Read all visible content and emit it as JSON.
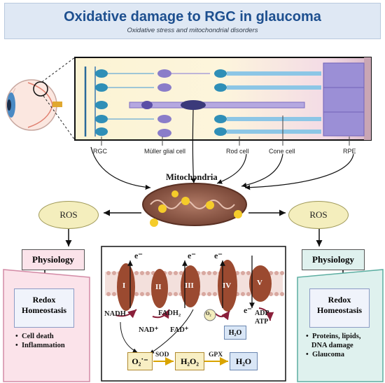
{
  "header": {
    "title": "Oxidative damage to RGC in glaucoma",
    "subtitle": "Oxidative stress and mitochondrial disorders"
  },
  "retina": {
    "labels": [
      "RGC",
      "Müller glial cell",
      "Rod cell",
      "Cone cell",
      "RPE"
    ]
  },
  "mitochondria_label": "Mitochondria",
  "left": {
    "ros": "ROS",
    "physiology": "Physiology",
    "redox_line1": "Redox",
    "redox_line2": "Homeostasis",
    "bullets": [
      "Cell death",
      "Inflammation"
    ]
  },
  "right": {
    "ros": "ROS",
    "physiology": "Physiology",
    "redox_line1": "Redox",
    "redox_line2": "Homeostasis",
    "bullets": [
      "Proteins, lipids,",
      "DNA damage",
      "Glaucoma"
    ]
  },
  "etc": {
    "complexes": [
      "I",
      "II",
      "III",
      "IV",
      "V"
    ],
    "electron": "e⁻",
    "nadh": "NADH",
    "nad": "NAD⁺",
    "fadh2": "FADH₂",
    "fad": "FAD⁺",
    "o2_small": "O₂",
    "h2o_top": "H₂O",
    "adp": "ADP",
    "atp": "ATP",
    "superoxide": "O₂˙⁻",
    "sod": "SOD",
    "h2o2": "H₂O₂",
    "gpx": "GPX",
    "h2o_bottom": "H₂O"
  },
  "colors": {
    "title": "#1d4f8f",
    "left_phys_bg": "#fbe3ea",
    "right_phys_bg": "#dff1ee",
    "membrane": "#e8c9c3",
    "complex": "#9b4a30"
  }
}
